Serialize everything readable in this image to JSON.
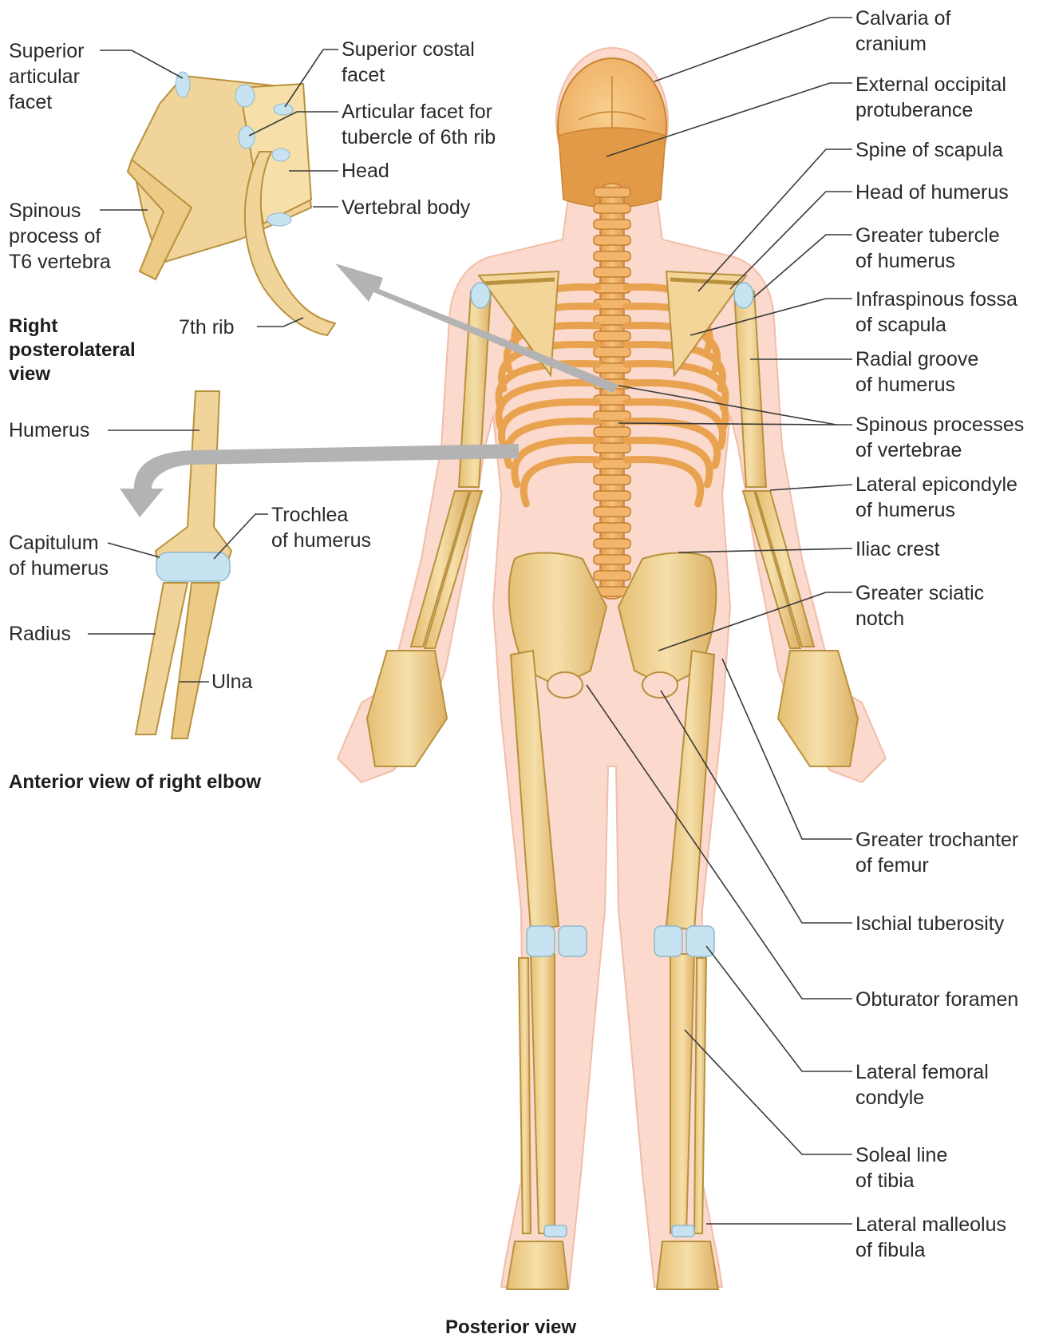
{
  "figure": {
    "captions": {
      "vertebra_view": [
        "Right",
        "posterolateral",
        "view"
      ],
      "elbow_view": "Anterior view of right elbow",
      "main_view": "Posterior view"
    },
    "colors": {
      "bone": "#f1d49a",
      "bone_outline": "#b8913d",
      "spine": "#eeb064",
      "skin": "#fbd9cc",
      "cartilage": "#c7e2f0",
      "leader": "#3a3a3a",
      "arrow": "#b3b3b3"
    },
    "inset_vertebra_labels": {
      "superior_articular_facet": [
        "Superior",
        "articular",
        "facet"
      ],
      "superior_costal_facet": [
        "Superior costal",
        "facet"
      ],
      "articular_facet_tubercle": [
        "Articular facet for",
        "tubercle of 6th rib"
      ],
      "head": "Head",
      "vertebral_body": "Vertebral body",
      "spinous_process_t6": [
        "Spinous",
        "process of",
        "T6 vertebra"
      ],
      "seventh_rib": "7th rib"
    },
    "inset_elbow_labels": {
      "humerus": "Humerus",
      "capitulum": [
        "Capitulum",
        "of humerus"
      ],
      "trochlea": [
        "Trochlea",
        "of humerus"
      ],
      "radius": "Radius",
      "ulna": "Ulna"
    },
    "main_labels": {
      "calvaria": [
        "Calvaria of",
        "cranium"
      ],
      "external_occipital": [
        "External occipital",
        "protuberance"
      ],
      "spine_of_scapula": "Spine of scapula",
      "head_of_humerus": "Head of humerus",
      "greater_tubercle": [
        "Greater tubercle",
        "of humerus"
      ],
      "infraspinous_fossa": [
        "Infraspinous fossa",
        "of scapula"
      ],
      "radial_groove": [
        "Radial groove",
        "of humerus"
      ],
      "spinous_processes": [
        "Spinous processes",
        "of vertebrae"
      ],
      "lateral_epicondyle": [
        "Lateral epicondyle",
        "of humerus"
      ],
      "iliac_crest": "Iliac crest",
      "greater_sciatic_notch": [
        "Greater sciatic",
        "notch"
      ],
      "greater_trochanter": [
        "Greater trochanter",
        "of femur"
      ],
      "ischial_tuberosity": "Ischial tuberosity",
      "obturator_foramen": "Obturator foramen",
      "lateral_femoral_condyle": [
        "Lateral femoral",
        "condyle"
      ],
      "soleal_line": [
        "Soleal line",
        "of tibia"
      ],
      "lateral_malleolus": [
        "Lateral malleolus",
        "of fibula"
      ]
    }
  }
}
